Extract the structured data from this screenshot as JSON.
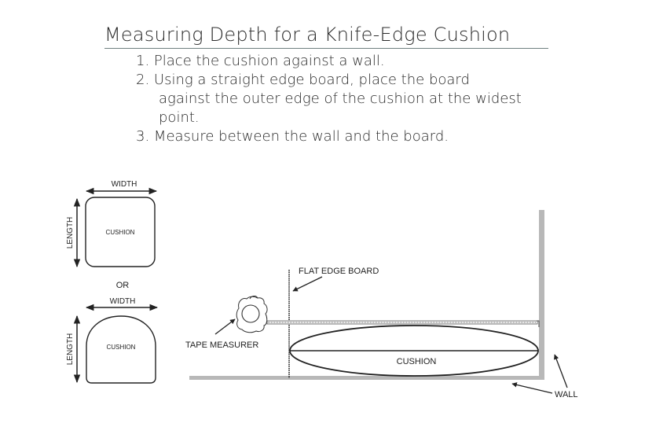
{
  "title": "Measuring Depth for a Knife-Edge Cushion",
  "steps": [
    {
      "number": "1.",
      "text": "Place the cushion against a wall.",
      "continuation": []
    },
    {
      "number": "2.",
      "text": "Using a straight edge board, place the board",
      "continuation": [
        "against the outer edge of the cushion at the widest",
        "point."
      ]
    },
    {
      "number": "3.",
      "text": "Measure between the wall and the board.",
      "continuation": []
    }
  ],
  "diagram": {
    "square_cushion": {
      "width_label": "WIDTH",
      "length_label": "LENGTH",
      "body_label": "CUSHION"
    },
    "separator": "OR",
    "rounded_cushion": {
      "width_label": "WIDTH",
      "length_label": "LENGTH",
      "body_label": "CUSHION"
    },
    "side_view": {
      "board_label": "FLAT EDGE BOARD",
      "tape_label": "TAPE MEASURER",
      "cushion_label": "CUSHION",
      "wall_label": "WALL"
    }
  },
  "colors": {
    "wall": "#b8b8b8",
    "line": "#222222",
    "title_rule": "#6f8080"
  }
}
